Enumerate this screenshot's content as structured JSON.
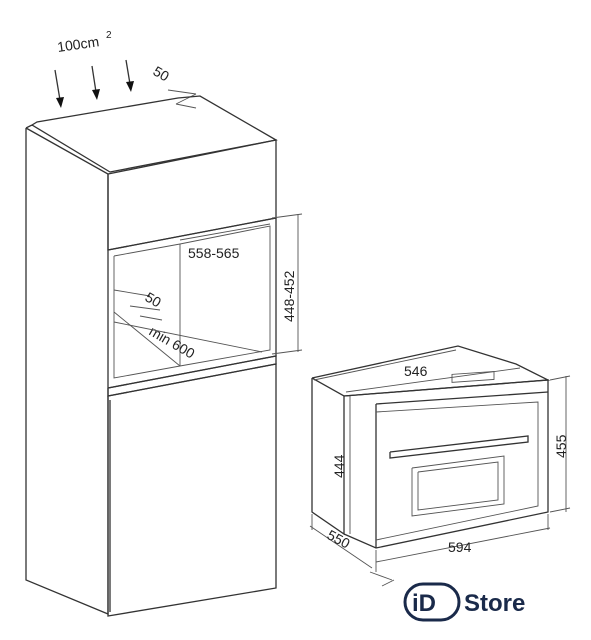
{
  "labels": {
    "vent_area": "100cm",
    "vent_area_exp": "2",
    "top_gap": "50",
    "niche_width": "558-565",
    "niche_height": "448-452",
    "shelf_gap": "50",
    "min_depth": "min 600",
    "oven_top_depth": "546",
    "oven_height_body": "444",
    "oven_height_total": "455",
    "oven_depth": "550",
    "oven_width": "594"
  },
  "brand": {
    "prefix": "iD",
    "name": "Store",
    "color": "#1a2a4a"
  }
}
